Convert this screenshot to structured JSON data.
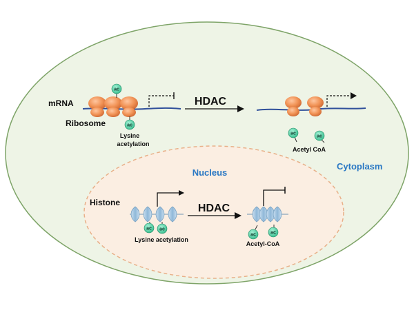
{
  "cytoplasm": {
    "label": "Cytoplasm",
    "mrna_label": "mRNA",
    "ribosome_label": "Ribosome",
    "lysine_label_line1": "Lysine",
    "lysine_label_line2": "acetylation",
    "hdac_label": "HDAC",
    "acetyl_label": "Acetyl CoA"
  },
  "nucleus": {
    "label": "Nucleus",
    "histone_label": "Histone",
    "lysine_label": "Lysine acetylation",
    "hdac_label": "HDAC",
    "acetyl_label": "Acetyl-CoA"
  },
  "badge_text": "ac",
  "colors": {
    "cell_fill": "#eef4e6",
    "cell_stroke": "#7ea468",
    "nucleus_fill": "#fbeee2",
    "nucleus_stroke": "#e8b089",
    "ribosome": "#f19356",
    "ribosome_dark": "#d9713a",
    "mrna_line": "#2f4f9a",
    "acetyl_badge": "#4fd3a6",
    "histone_coil": "#9fc3dc",
    "accent_blue": "#2a78c4"
  }
}
